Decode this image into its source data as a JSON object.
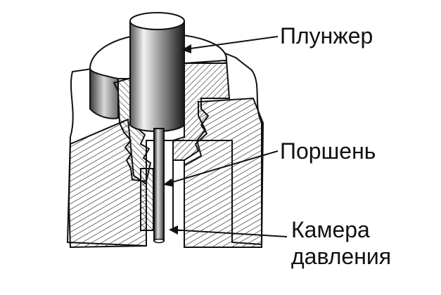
{
  "labels": {
    "plunger": "Плунжер",
    "piston": "Поршень",
    "chamber_line1": "Камера",
    "chamber_line2": "давления"
  },
  "colors": {
    "ink": "#111111",
    "background": "#ffffff",
    "section_fill": "#ffffff"
  }
}
